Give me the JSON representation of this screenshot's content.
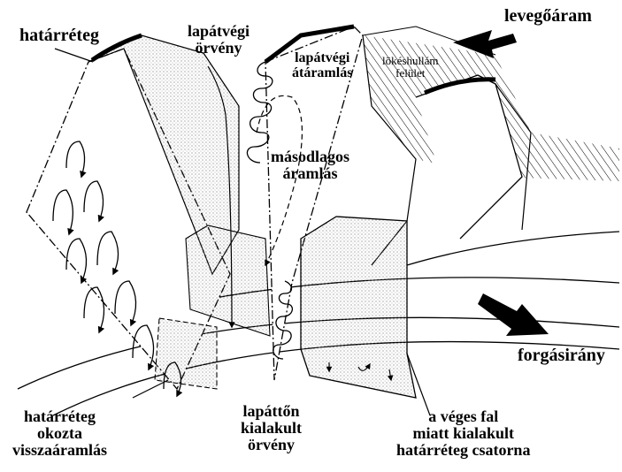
{
  "labels": {
    "boundary_layer": "határréteg",
    "tip_vortex": [
      "lapátvégi",
      "örvény"
    ],
    "airflow": "levegőáram",
    "tip_leakage": [
      "lapátvégi",
      "átáramlás"
    ],
    "shock_surface": [
      "lökéshullám",
      "felület"
    ],
    "secondary_flow": [
      "másodlagos",
      "áramlás"
    ],
    "rotation_direction": "forgásirány",
    "backflow": [
      "határréteg",
      "okozta",
      "visszaáramlás"
    ],
    "hub_vortex": [
      "lapáttőn",
      "kialakult",
      "örvény"
    ],
    "channel": [
      "a véges  fal",
      "miatt kialakult",
      "határréteg csatorna"
    ]
  },
  "colors": {
    "ink": "#000000",
    "paper": "#ffffff",
    "stipple": "#bdbdbd"
  }
}
